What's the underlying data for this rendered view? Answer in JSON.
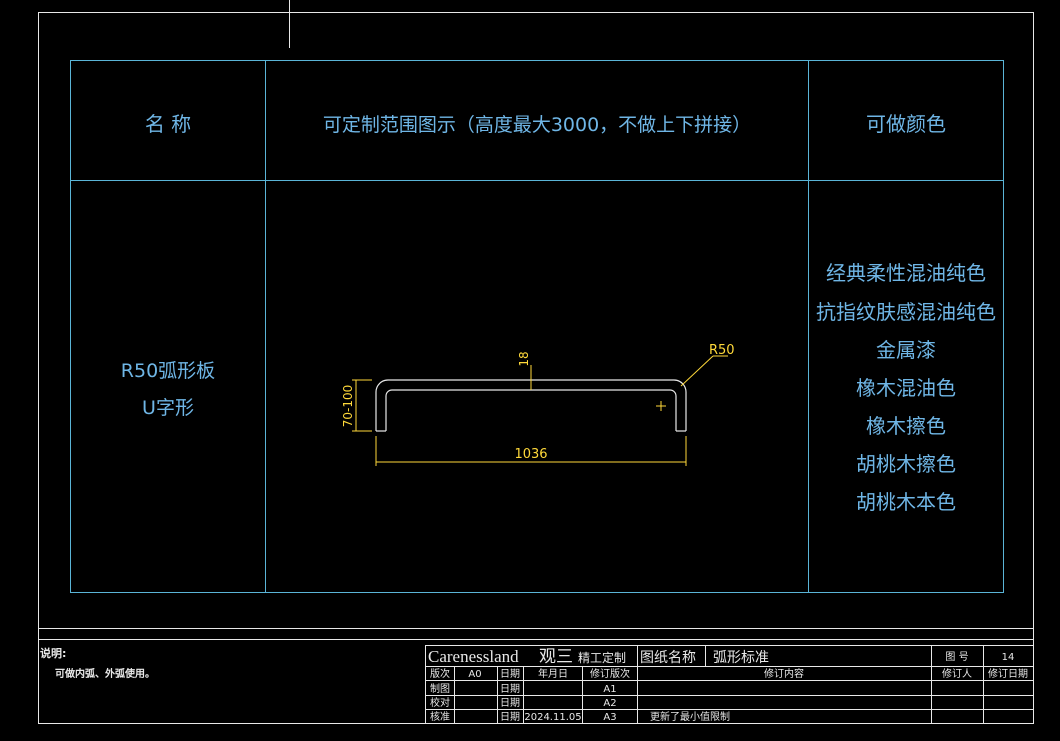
{
  "table": {
    "headers": {
      "name": "名 称",
      "range": "可定制范围图示（高度最大3000，不做上下拼接）",
      "colors": "可做颜色"
    },
    "product": {
      "line1": "R50弧形板",
      "line2": "U字形"
    },
    "color_options": [
      "经典柔性混油纯色",
      "抗指纹肤感混油纯色",
      "金属漆",
      "橡木混油色",
      "橡木擦色",
      "胡桃木擦色",
      "胡桃木本色"
    ]
  },
  "drawing": {
    "dim_width": "1036",
    "dim_height": "70-100",
    "dim_thickness": "18",
    "radius_label": "R50"
  },
  "notes": {
    "title": "说明:",
    "text": "可做内弧、外弧使用。"
  },
  "title_block": {
    "brand": "Carenessland",
    "brand_cn": "观三",
    "brand_sub": "精工定制",
    "drawing_name_label": "图纸名称",
    "drawing_name": "弧形标准",
    "drawing_no_label": "图  号",
    "drawing_no": "14",
    "h_version": "版次",
    "version_value": "A0",
    "h_date": "日期",
    "h_ymd": "年月日",
    "h_rev_version": "修订版次",
    "h_rev_content": "修订内容",
    "h_reviser": "修订人",
    "h_rev_date": "修订日期",
    "rows": [
      {
        "label": "制图",
        "date_label": "日期",
        "date": "",
        "rev": "A1",
        "content": ""
      },
      {
        "label": "校对",
        "date_label": "日期",
        "date": "",
        "rev": "A2",
        "content": ""
      },
      {
        "label": "核准",
        "date_label": "日期",
        "date": "2024.11.05",
        "rev": "A3",
        "content": "更新了最小值限制"
      }
    ]
  }
}
